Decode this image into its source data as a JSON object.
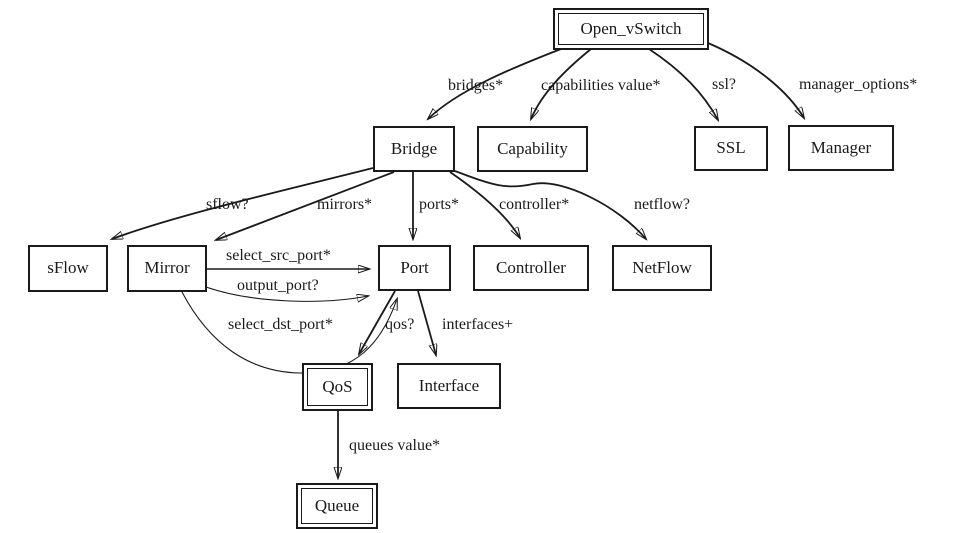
{
  "diagram": {
    "type": "entity-relationship-graph",
    "background_color": "#ffffff",
    "line_color": "#1a1a1a",
    "text_color": "#1a1a1a"
  },
  "nodes": [
    {
      "id": "open_vswitch",
      "label": "Open_vSwitch",
      "border": "double"
    },
    {
      "id": "bridge",
      "label": "Bridge",
      "border": "single"
    },
    {
      "id": "capability",
      "label": "Capability",
      "border": "single"
    },
    {
      "id": "ssl",
      "label": "SSL",
      "border": "single"
    },
    {
      "id": "manager",
      "label": "Manager",
      "border": "single"
    },
    {
      "id": "sflow",
      "label": "sFlow",
      "border": "single"
    },
    {
      "id": "mirror",
      "label": "Mirror",
      "border": "single"
    },
    {
      "id": "port",
      "label": "Port",
      "border": "single"
    },
    {
      "id": "controller",
      "label": "Controller",
      "border": "single"
    },
    {
      "id": "netflow",
      "label": "NetFlow",
      "border": "single"
    },
    {
      "id": "qos",
      "label": "QoS",
      "border": "double"
    },
    {
      "id": "interface",
      "label": "Interface",
      "border": "single"
    },
    {
      "id": "queue",
      "label": "Queue",
      "border": "double"
    }
  ],
  "edges": [
    {
      "from": "Open_vSwitch",
      "to": "Bridge",
      "label": "bridges*"
    },
    {
      "from": "Open_vSwitch",
      "to": "Capability",
      "label": "capabilities value*"
    },
    {
      "from": "Open_vSwitch",
      "to": "SSL",
      "label": "ssl?"
    },
    {
      "from": "Open_vSwitch",
      "to": "Manager",
      "label": "manager_options*"
    },
    {
      "from": "Bridge",
      "to": "sFlow",
      "label": "sflow?"
    },
    {
      "from": "Bridge",
      "to": "Mirror",
      "label": "mirrors*"
    },
    {
      "from": "Bridge",
      "to": "Port",
      "label": "ports*"
    },
    {
      "from": "Bridge",
      "to": "Controller",
      "label": "controller*"
    },
    {
      "from": "Bridge",
      "to": "NetFlow",
      "label": "netflow?"
    },
    {
      "from": "Mirror",
      "to": "Port",
      "label": "select_src_port*"
    },
    {
      "from": "Mirror",
      "to": "Port",
      "label": "output_port?"
    },
    {
      "from": "Mirror",
      "to": "Port",
      "label": "select_dst_port*"
    },
    {
      "from": "Port",
      "to": "QoS",
      "label": "qos?"
    },
    {
      "from": "Port",
      "to": "Interface",
      "label": "interfaces+"
    },
    {
      "from": "QoS",
      "to": "Queue",
      "label": "queues value*"
    }
  ]
}
